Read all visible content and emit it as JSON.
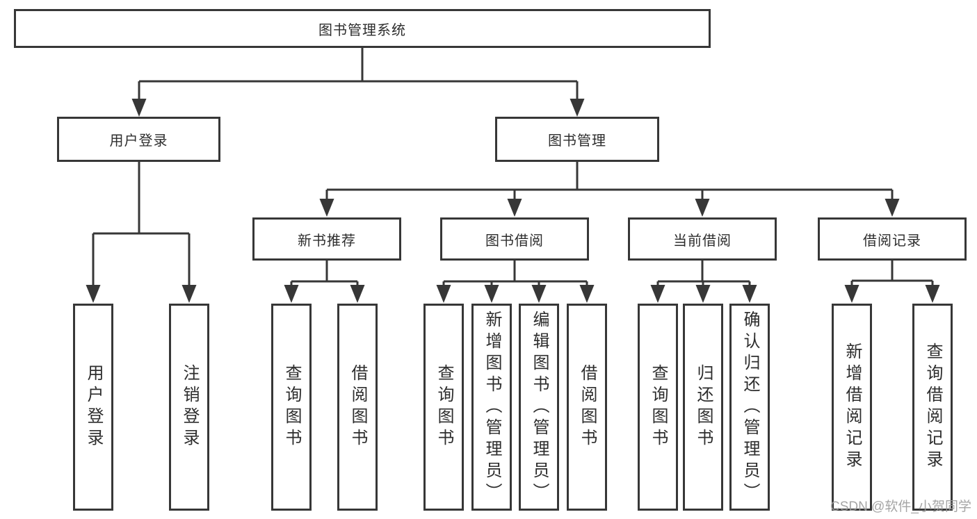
{
  "tree": {
    "root": {
      "label": "图书管理系统"
    },
    "branches": [
      {
        "label": "用户登录",
        "children": [
          {
            "label": "用户登录"
          },
          {
            "label": "注销登录"
          }
        ]
      },
      {
        "label": "图书管理",
        "groups": [
          {
            "label": "新书推荐",
            "children": [
              {
                "label": "查询图书"
              },
              {
                "label": "借阅图书"
              }
            ]
          },
          {
            "label": "图书借阅",
            "children": [
              {
                "label": "查询图书"
              },
              {
                "label": "新增图书（管理员）"
              },
              {
                "label": "编辑图书（管理员）"
              },
              {
                "label": "借阅图书"
              }
            ]
          },
          {
            "label": "当前借阅",
            "children": [
              {
                "label": "查询图书"
              },
              {
                "label": "归还图书"
              },
              {
                "label": "确认归还（管理员）"
              }
            ]
          },
          {
            "label": "借阅记录",
            "children": [
              {
                "label": "新增借阅记录"
              },
              {
                "label": "查询借阅记录"
              }
            ]
          }
        ]
      }
    ]
  },
  "watermark": {
    "text": "CSDN @软件_小贺同学"
  },
  "colors": {
    "line": "#373737",
    "text": "#2d2d2d",
    "watermark": "#9c9c9c",
    "background": "#ffffff"
  }
}
